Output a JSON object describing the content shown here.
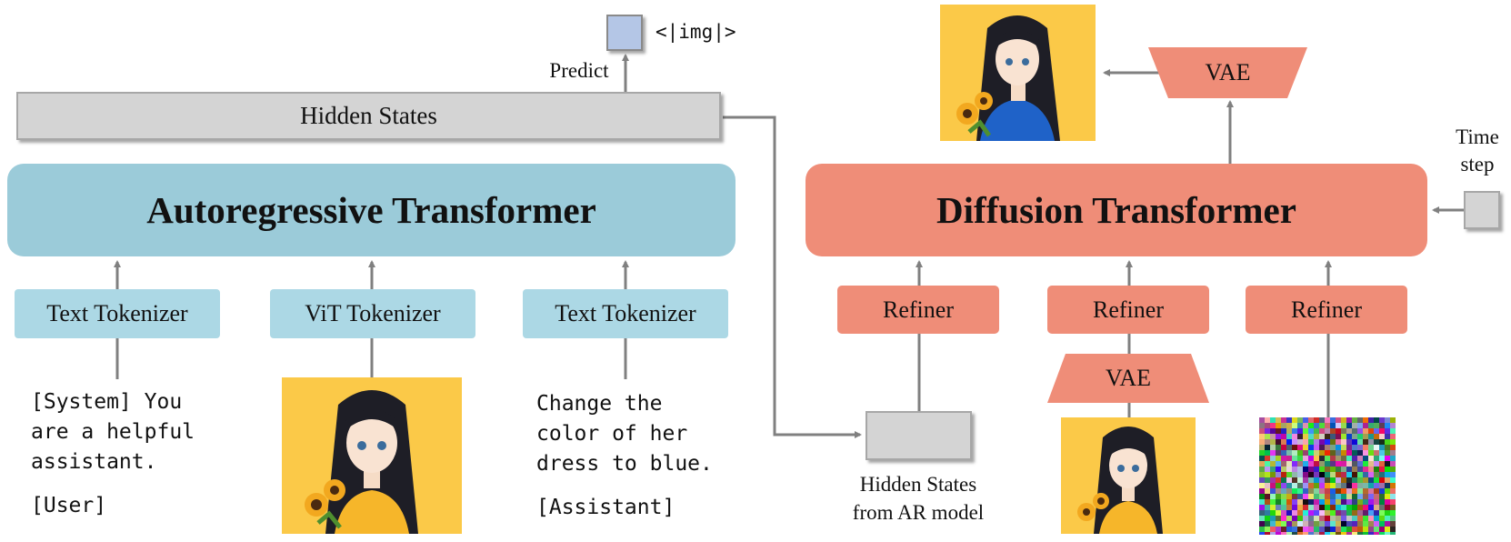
{
  "left": {
    "hidden_states": "Hidden States",
    "predict": "Predict",
    "img_token": "<|img|>",
    "ar_transformer": "Autoregressive Transformer",
    "tokenizers": [
      "Text Tokenizer",
      "ViT Tokenizer",
      "Text Tokenizer"
    ],
    "system_prompt": "[System] You\nare a helpful\nassistant.",
    "user_tag": "[User]",
    "instruction": "Change the\ncolor of her\ndress to blue.",
    "assistant_tag": "[Assistant]"
  },
  "right": {
    "vae_top": "VAE",
    "time_step": "Time\nstep",
    "dit": "Diffusion Transformer",
    "refiners": [
      "Refiner",
      "Refiner",
      "Refiner"
    ],
    "vae_bottom": "VAE",
    "hidden_from_ar": "Hidden States\nfrom AR model"
  },
  "colors": {
    "ar_blue": "#9bcbd9",
    "tokenizer_blue": "#acd8e5",
    "salmon": "#ef8d78",
    "grey": "#d4d4d4",
    "img_token_blue": "#b4c6e6",
    "arrow": "#808080",
    "yellow_bg": "#fbc948",
    "dress_yellow": "#f6b62a",
    "dress_blue": "#1f62c8"
  },
  "icons": [
    "input-image-girl-yellow-dress",
    "edited-image-girl-blue-dress",
    "noise-latent"
  ]
}
